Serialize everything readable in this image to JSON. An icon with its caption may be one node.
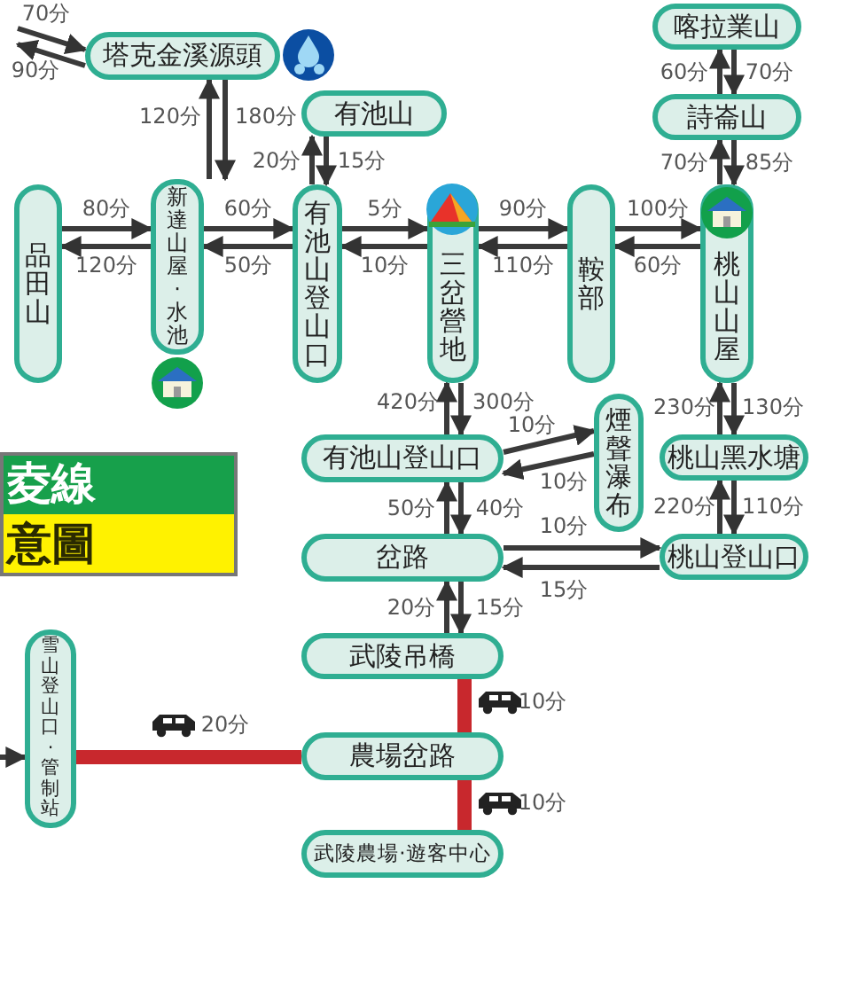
{
  "diagram": {
    "nodes": [
      {
        "text": [
          "塔克金溪源頭"
        ]
      },
      {
        "text": [
          "有池山"
        ]
      },
      {
        "text": [
          "品田山"
        ]
      },
      {
        "text": [
          "新達山屋·水池"
        ]
      },
      {
        "text": [
          "有池山登山口"
        ]
      },
      {
        "text": [
          "三岔營地"
        ]
      },
      {
        "text": [
          "鞍部"
        ]
      },
      {
        "text": [
          "桃山山屋"
        ]
      },
      {
        "text": [
          "喀拉業山"
        ]
      },
      {
        "text": [
          "詩崙山"
        ]
      },
      {
        "text": [
          "有池山登山口"
        ]
      },
      {
        "text": [
          "煙聲瀑布"
        ]
      },
      {
        "text": [
          "桃山黑水塘"
        ]
      },
      {
        "text": [
          "岔路"
        ]
      },
      {
        "text": [
          "桃山登山口"
        ]
      },
      {
        "text": [
          "武陵吊橋"
        ]
      },
      {
        "text": [
          "農場岔路"
        ]
      },
      {
        "text": [
          "武陵農場·遊客中心"
        ]
      },
      {
        "text": [
          "雪山登山口·管制站"
        ]
      }
    ],
    "edges": [
      {
        "from": null,
        "to": 0,
        "arrow": "to",
        "label": "70分"
      },
      {
        "from": 0,
        "to": null,
        "arrow": "to",
        "label": "90分"
      },
      {
        "from": 3,
        "to": 0,
        "arrow": "to",
        "label": "120分"
      },
      {
        "from": 0,
        "to": 3,
        "arrow": "to",
        "label": "180分"
      },
      {
        "from": 4,
        "to": 1,
        "arrow": "to",
        "label": "20分"
      },
      {
        "from": 1,
        "to": 4,
        "arrow": "to",
        "label": "15分"
      },
      {
        "from": 2,
        "to": 3,
        "arrow": "to",
        "label": "80分"
      },
      {
        "from": 3,
        "to": 2,
        "arrow": "to",
        "label": "120分"
      },
      {
        "from": 3,
        "to": 4,
        "arrow": "to",
        "label": "60分"
      },
      {
        "from": 4,
        "to": 3,
        "arrow": "to",
        "label": "50分"
      },
      {
        "from": 4,
        "to": 5,
        "arrow": "to",
        "label": "5分"
      },
      {
        "from": 5,
        "to": 4,
        "arrow": "to",
        "label": "10分"
      },
      {
        "from": 5,
        "to": 6,
        "arrow": "to",
        "label": "90分"
      },
      {
        "from": 6,
        "to": 5,
        "arrow": "to",
        "label": "110分"
      },
      {
        "from": 6,
        "to": 7,
        "arrow": "to",
        "label": "100分"
      },
      {
        "from": 7,
        "to": 6,
        "arrow": "to",
        "label": "60分"
      },
      {
        "from": 9,
        "to": 8,
        "arrow": "to",
        "label": "60分"
      },
      {
        "from": 8,
        "to": 9,
        "arrow": "to",
        "label": "70分"
      },
      {
        "from": 7,
        "to": 9,
        "arrow": "to",
        "label": "70分"
      },
      {
        "from": 9,
        "to": 7,
        "arrow": "to",
        "label": "85分"
      },
      {
        "from": 10,
        "to": 5,
        "arrow": "to",
        "label": "420分"
      },
      {
        "from": 5,
        "to": 10,
        "arrow": "to",
        "label": "300分"
      },
      {
        "from": 10,
        "to": 11,
        "arrow": "to",
        "label": "10分"
      },
      {
        "from": 11,
        "to": 10,
        "arrow": "to",
        "label": "10分"
      },
      {
        "from": 12,
        "to": 7,
        "arrow": "to",
        "label": "230分"
      },
      {
        "from": 7,
        "to": 12,
        "arrow": "to",
        "label": "130分"
      },
      {
        "from": 14,
        "to": 12,
        "arrow": "to",
        "label": "220分"
      },
      {
        "from": 12,
        "to": 14,
        "arrow": "to",
        "label": "110分"
      },
      {
        "from": 13,
        "to": 10,
        "arrow": "to",
        "label": "50分"
      },
      {
        "from": 10,
        "to": 13,
        "arrow": "to",
        "label": "40分"
      },
      {
        "from": 13,
        "to": 14,
        "arrow": "to",
        "label": "10分"
      },
      {
        "from": 14,
        "to": 13,
        "arrow": "to",
        "label": "15分"
      },
      {
        "from": 15,
        "to": 13,
        "arrow": "to",
        "label": "20分"
      },
      {
        "from": 13,
        "to": 15,
        "arrow": "to",
        "label": "15分"
      },
      {
        "from": 15,
        "to": 16,
        "arrow": "none",
        "label": "10分",
        "style": "thick",
        "color": "#c8282d"
      },
      {
        "from": 16,
        "to": 17,
        "arrow": "none",
        "label": "10分",
        "style": "thick",
        "color": "#c8282d"
      },
      {
        "from": 18,
        "to": 16,
        "arrow": "none",
        "label": "20分",
        "style": "thick",
        "color": "#c8282d"
      },
      {
        "from": null,
        "to": 18,
        "arrow": "to"
      }
    ],
    "labels": [
      "夌線",
      "意圖"
    ]
  }
}
